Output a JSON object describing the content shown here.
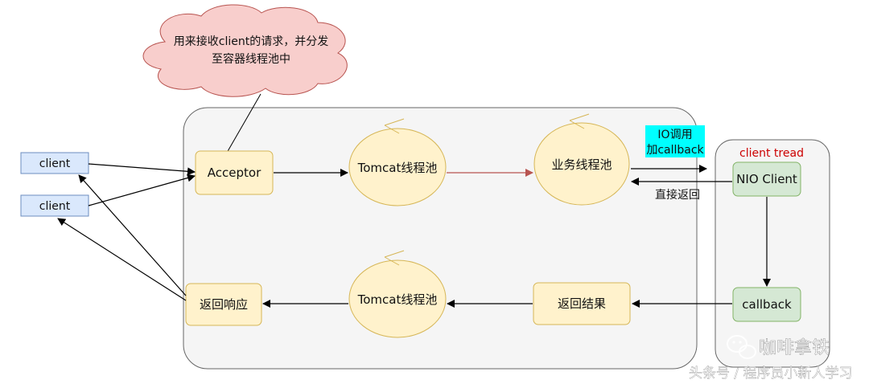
{
  "cloud": {
    "line1": "用来接收client的请求，并分发",
    "line2": "至容器线程池中"
  },
  "clients": {
    "top": "client",
    "bottom": "client"
  },
  "server": {
    "acceptor": "Acceptor",
    "tomcat_pool_top": "Tomcat线程池",
    "biz_pool": "业务线程池",
    "response": "返回响应",
    "tomcat_pool_bottom": "Tomcat线程池",
    "result": "返回结果"
  },
  "io_note": {
    "line1": "IO调用",
    "line2": "加callback"
  },
  "direct_return": "直接返回",
  "client_thread": {
    "title": "client tread",
    "nio_client": "NIO Client",
    "callback": "callback"
  },
  "watermark": {
    "brand": "咖啡拿铁",
    "source": "头条号 / 程序员小新人学习"
  },
  "colors": {
    "client_fill": "#dae8fc",
    "client_stroke": "#6c8ebf",
    "node_fill": "#fff2cc",
    "node_stroke": "#d6b656",
    "green_fill": "#d5e8d4",
    "green_stroke": "#82b366",
    "cloud_fill": "#f8cecc",
    "cloud_stroke": "#b85450",
    "highlight": "#00ffff",
    "thread_title": "#cc0000"
  }
}
